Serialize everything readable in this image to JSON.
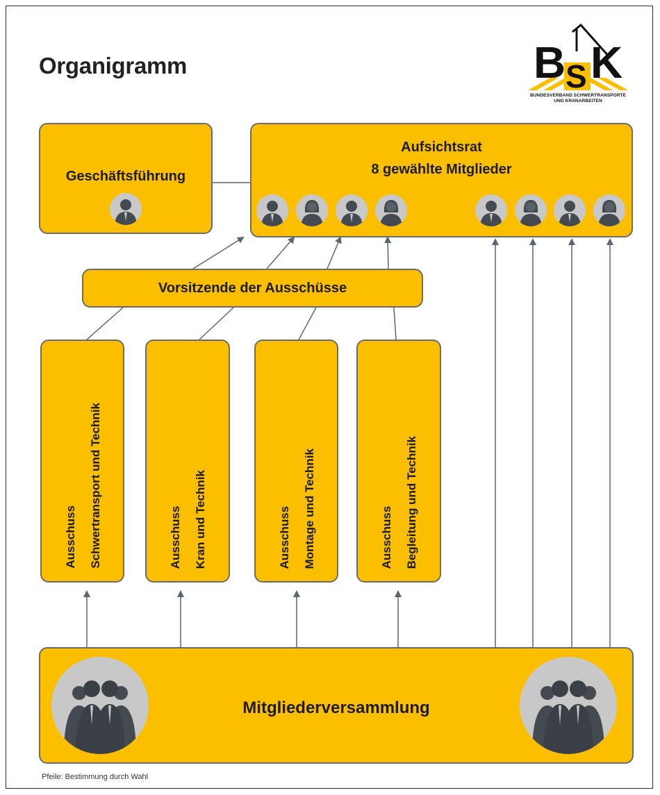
{
  "title": "Organigramm",
  "logo": {
    "text_b": "B",
    "text_s": "S",
    "text_k": "K",
    "caption_line1": "BUNDESVERBAND SCHWERTRANSPORTE",
    "caption_line2": "UND KRANARBEITEN"
  },
  "management": {
    "label": "Geschäftsführung",
    "avatar_icon": "person-male-icon"
  },
  "board": {
    "title_line1": "Aufsichtsrat",
    "title_line2": "8 gewählte Mitglieder",
    "members": [
      "person-male-icon",
      "person-female-icon",
      "person-male-icon",
      "person-female-icon",
      "person-male-icon",
      "person-female-icon",
      "person-male-icon",
      "person-female-icon"
    ]
  },
  "chairs": {
    "label": "Vorsitzende der Ausschüsse"
  },
  "committees": [
    {
      "line1": "Ausschuss",
      "line2": "Schwertransport  und Technik"
    },
    {
      "line1": "Ausschuss",
      "line2": "Kran und Technik"
    },
    {
      "line1": "Ausschuss",
      "line2": "Montage und Technik"
    },
    {
      "line1": "Ausschuss",
      "line2": "Begleitung und Technik"
    }
  ],
  "assembly": {
    "label": "Mitgliederversammlung",
    "icon": "group-icon"
  },
  "footnote": "Pfeile: Bestimmung durch Wahl",
  "colors": {
    "box_fill": "#FCBF00",
    "box_border": "#6b6b6b",
    "connector": "#5a6670",
    "avatar_bg": "#C8C8C8",
    "avatar_fg": "#444a50"
  }
}
